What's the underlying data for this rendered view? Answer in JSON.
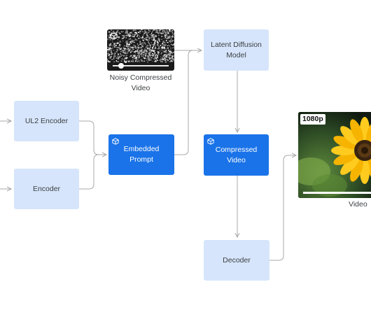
{
  "nodes": {
    "ul2_encoder": "UL2 Encoder",
    "encoder": "Encoder",
    "embedded_prompt_l1": "Embedded",
    "embedded_prompt_l2": "Prompt",
    "latent_diffusion_l1": "Latent Diffusion",
    "latent_diffusion_l2": "Model",
    "compressed_video_l1": "Compressed",
    "compressed_video_l2": "Video",
    "decoder": "Decoder"
  },
  "captions": {
    "noisy_l1": "Noisy Compressed",
    "noisy_l2": "Video",
    "output_video": "Video"
  },
  "video_badge": "1080p",
  "icons": {
    "embedded_prompt": "cube-icon",
    "compressed_video": "cube-icon",
    "noisy_video": "cube-icon"
  },
  "colors": {
    "light_node": "#d6e5fb",
    "dark_node": "#1a73e8",
    "connector": "#a8a8a8"
  }
}
